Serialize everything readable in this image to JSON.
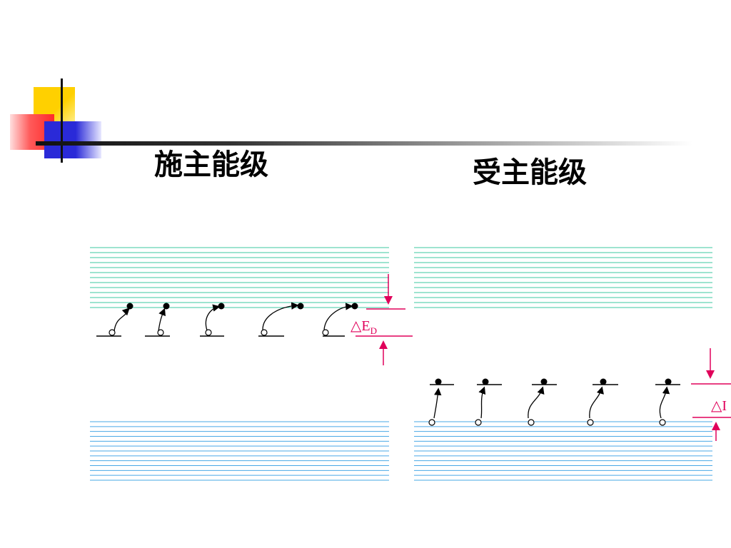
{
  "slide": {
    "donor_title": "施主能级",
    "acceptor_title": "受主能级"
  },
  "labels": {
    "delta_ed": "△E",
    "delta_ed_sub": "D",
    "delta_ea_partial": "△I"
  },
  "colors": {
    "conduction_band": "#3cc9a0",
    "valence_band": "#4aa8e6",
    "annotation": "#e0005a",
    "ink": "#000000"
  },
  "donor_levels": 5,
  "acceptor_levels": 5
}
